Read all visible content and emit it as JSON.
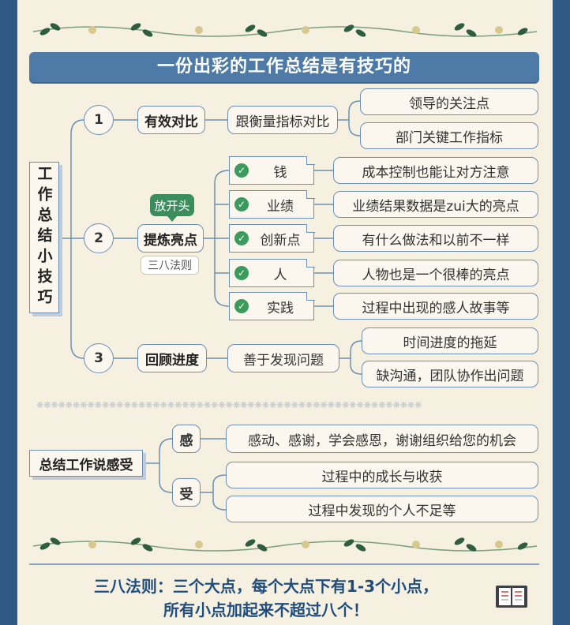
{
  "title": "一份出彩的工作总结是有技巧的",
  "root": "工作总结小技巧",
  "branches": [
    {
      "num": "1",
      "label": "有效对比",
      "sub": "跟衡量指标对比",
      "leaves": [
        "领导的关注点",
        "部门关键工作指标"
      ]
    },
    {
      "num": "2",
      "label": "提炼亮点",
      "tag": "放开头",
      "rule": "三八法则",
      "items": [
        {
          "name": "钱",
          "desc": "成本控制也能让对方注意"
        },
        {
          "name": "业绩",
          "desc": "业绩结果数据是zui大的亮点"
        },
        {
          "name": "创新点",
          "desc": "有什么做法和以前不一样"
        },
        {
          "name": "人",
          "desc": "人物也是一个很棒的亮点"
        },
        {
          "name": "实践",
          "desc": "过程中出现的感人故事等"
        }
      ]
    },
    {
      "num": "3",
      "label": "回顾进度",
      "sub": "善于发现问题",
      "leaves": [
        "时间进度的拖延",
        "缺沟通，团队协作出问题"
      ]
    }
  ],
  "summary": {
    "root": "总结工作说感受",
    "gan": {
      "label": "感",
      "text": "感动、感谢，学会感恩，谢谢组织给您的机会"
    },
    "shou": {
      "label": "受",
      "items": [
        "过程中的成长与收获",
        "过程中发现的个人不足等"
      ]
    }
  },
  "rule_line1": "三八法则：三个大点，每个大点下有1-3个小点，",
  "rule_line2": "所有小点加起来不超过八个！",
  "colors": {
    "frame": "#2f5a86",
    "paper": "#f6f0e1",
    "accent": "#4d7aa6",
    "check": "#3b9b5d",
    "tag": "#3b8d5e"
  },
  "icons": {
    "check": "check-circle-icon",
    "book": "open-book-icon",
    "vine": "leaf-vine-icon"
  }
}
